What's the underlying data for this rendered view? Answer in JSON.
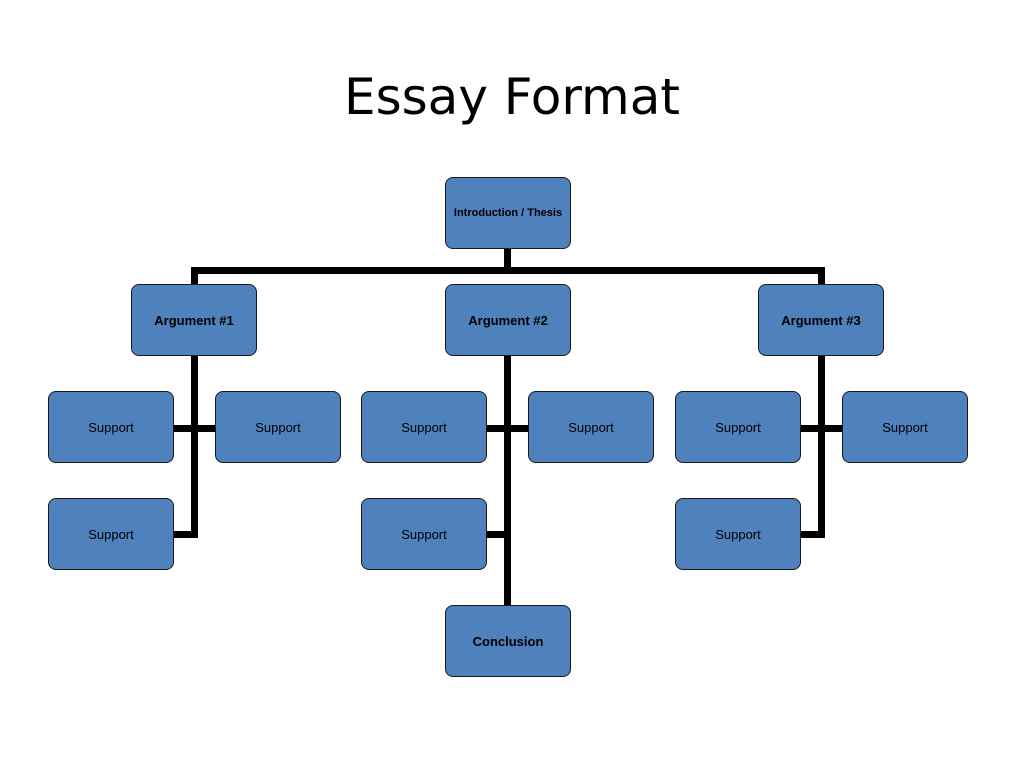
{
  "title": "Essay Format",
  "colors": {
    "node_fill": "#4f81bd",
    "node_border": "#1a1a1a",
    "connector": "#000000"
  },
  "nodes": {
    "introduction": "Introduction / Thesis",
    "argument_1": "Argument #1",
    "argument_2": "Argument #2",
    "argument_3": "Argument #3",
    "support_1a": "Support",
    "support_1b": "Support",
    "support_1c": "Support",
    "support_2a": "Support",
    "support_2b": "Support",
    "support_2c": "Support",
    "support_3a": "Support",
    "support_3b": "Support",
    "support_3c": "Support",
    "conclusion": "Conclusion"
  }
}
